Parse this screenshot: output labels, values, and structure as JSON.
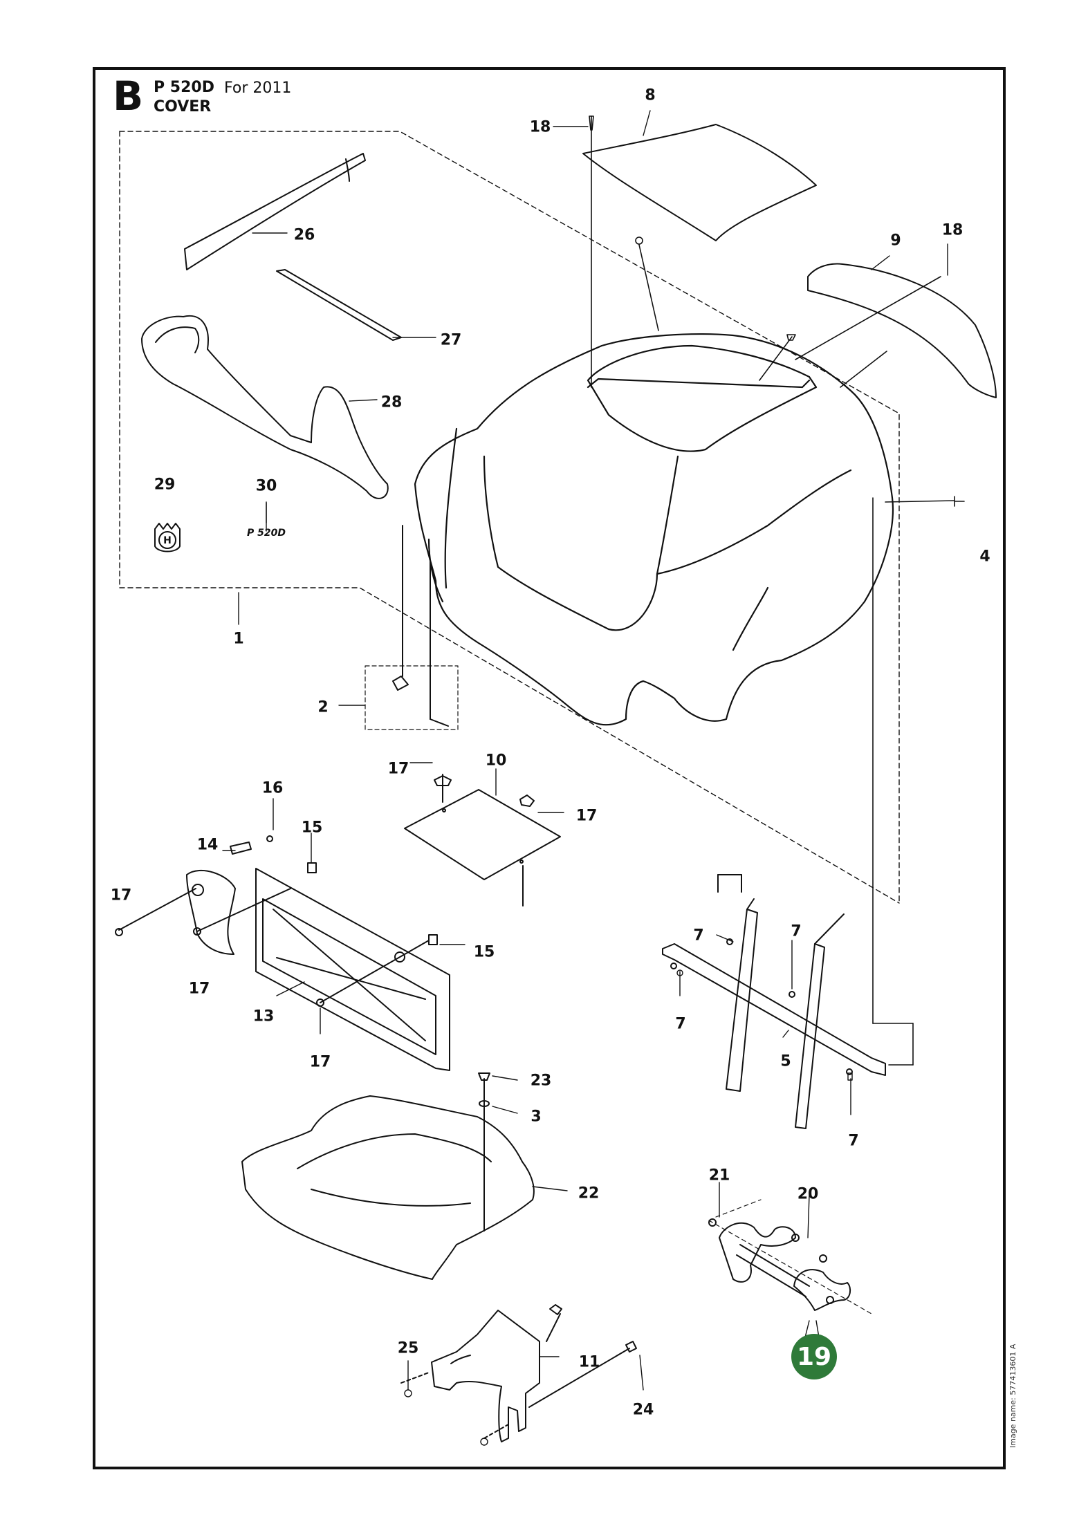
{
  "header": {
    "letter": "B",
    "model": "P 520D",
    "year": "For 2011",
    "title": "COVER"
  },
  "decal_text": "P 520D",
  "badge_letter": "H",
  "callouts": [
    {
      "id": "c8",
      "label": "8"
    },
    {
      "id": "c18a",
      "label": "18"
    },
    {
      "id": "c9",
      "label": "9"
    },
    {
      "id": "c18b",
      "label": "18"
    },
    {
      "id": "c26",
      "label": "26"
    },
    {
      "id": "c27",
      "label": "27"
    },
    {
      "id": "c28",
      "label": "28"
    },
    {
      "id": "c29",
      "label": "29"
    },
    {
      "id": "c30",
      "label": "30"
    },
    {
      "id": "c4",
      "label": "4"
    },
    {
      "id": "c1",
      "label": "1"
    },
    {
      "id": "c2",
      "label": "2"
    },
    {
      "id": "c17a",
      "label": "17"
    },
    {
      "id": "c10",
      "label": "10"
    },
    {
      "id": "c17b",
      "label": "17"
    },
    {
      "id": "c16",
      "label": "16"
    },
    {
      "id": "c15a",
      "label": "15"
    },
    {
      "id": "c14",
      "label": "14"
    },
    {
      "id": "c17c",
      "label": "17"
    },
    {
      "id": "c17d",
      "label": "17"
    },
    {
      "id": "c15b",
      "label": "15"
    },
    {
      "id": "c13",
      "label": "13"
    },
    {
      "id": "c17e",
      "label": "17"
    },
    {
      "id": "c7a",
      "label": "7"
    },
    {
      "id": "c7b",
      "label": "7"
    },
    {
      "id": "c7c",
      "label": "7"
    },
    {
      "id": "c5",
      "label": "5"
    },
    {
      "id": "c7d",
      "label": "7"
    },
    {
      "id": "c23",
      "label": "23"
    },
    {
      "id": "c3",
      "label": "3"
    },
    {
      "id": "c22",
      "label": "22"
    },
    {
      "id": "c21",
      "label": "21"
    },
    {
      "id": "c20",
      "label": "20"
    },
    {
      "id": "c25",
      "label": "25"
    },
    {
      "id": "c11",
      "label": "11"
    },
    {
      "id": "c24",
      "label": "24"
    }
  ],
  "highlight_callout": {
    "label": "19",
    "color": "#2f7a39"
  },
  "image_name": "Image name: 577413601 A"
}
